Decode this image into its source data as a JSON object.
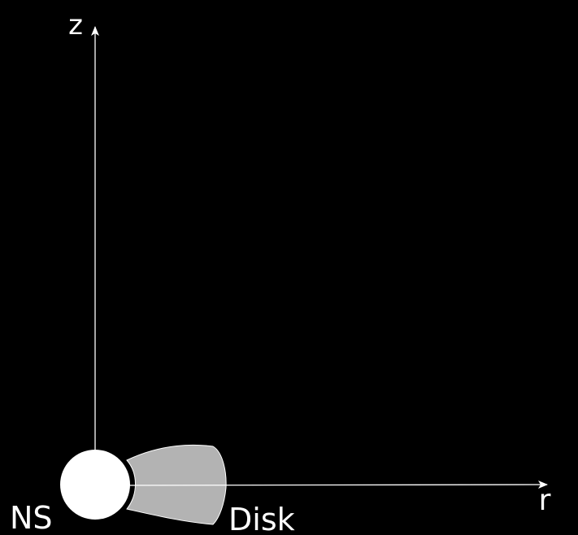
{
  "colors": {
    "background": "#000000",
    "axis": "#ffffff",
    "neutron_star": "#ffffff",
    "disk_fill": "#b3b3b3",
    "disk_stroke": "#ffffff",
    "text": "#ffffff"
  },
  "axes": {
    "z_label": "z",
    "r_label": "r"
  },
  "objects": {
    "neutron_star_label": "NS",
    "disk_label": "Disk"
  }
}
